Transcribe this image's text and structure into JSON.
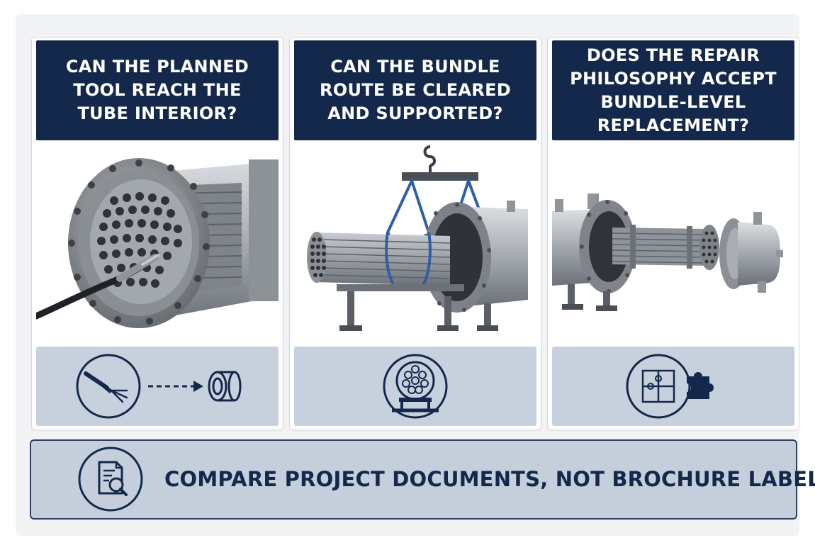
{
  "panels": [
    {
      "question": "CAN THE PLANNED TOOL REACH THE TUBE INTERIOR?",
      "photo_icon": "borescope-inserted-into-tubesheet-icon",
      "band_icon": "tool-to-tube-access-icon"
    },
    {
      "question": "CAN THE BUNDLE ROUTE BE CLEARED AND SUPPORTED?",
      "photo_icon": "bundle-lifted-by-crane-icon",
      "band_icon": "bundle-on-support-icon"
    },
    {
      "question": "DOES THE REPAIR PHILOSOPHY ACCEPT BUNDLE-LEVEL REPLACEMENT?",
      "photo_icon": "exploded-exchanger-bundle-icon",
      "band_icon": "puzzle-piece-icon"
    }
  ],
  "banner": {
    "text": "COMPARE PROJECT DOCUMENTS, NOT BROCHURE LABELS.",
    "icon": "document-search-icon"
  },
  "colors": {
    "header_navy": "#14284b",
    "band_blue_gray": "#c7d0dd",
    "steel": "#9aa0a6",
    "sling_blue": "#2f5ea8"
  }
}
